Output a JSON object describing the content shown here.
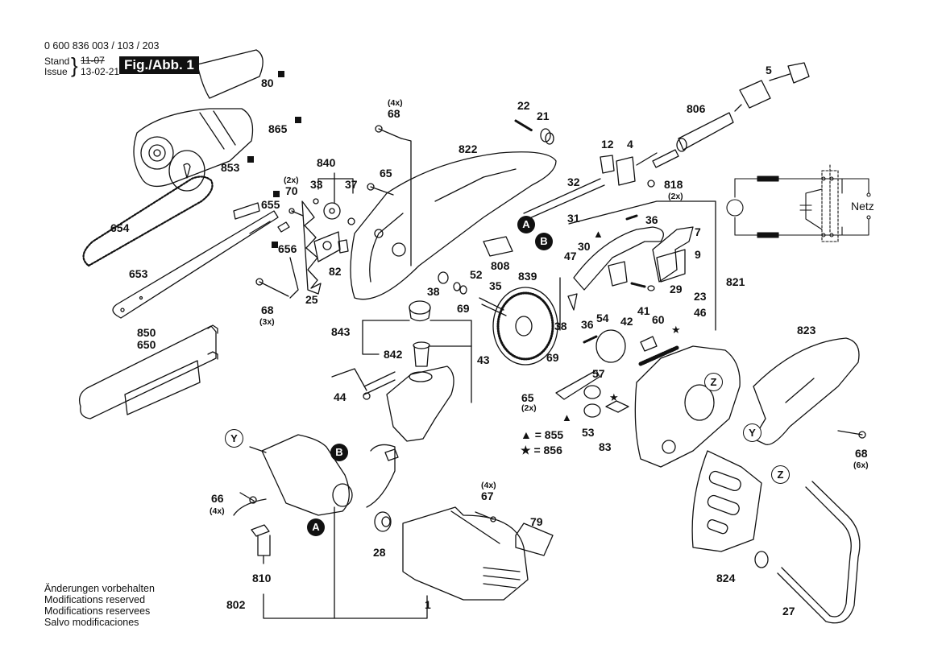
{
  "header": {
    "document_number": "0 600 836 003 / 103 / 203",
    "stand_label": "Stand",
    "issue_label": "Issue",
    "stand_value": "11-07",
    "issue_value": "13-02-21",
    "figure_label": "Fig./Abb. 1"
  },
  "footer": {
    "notes": [
      "Änderungen vorbehalten",
      "Modifications reserved",
      "Modifications reservees",
      "Salvo modificaciones"
    ]
  },
  "legend": {
    "triangle": "▲ = 855",
    "star": "★ = 856"
  },
  "schematic": {
    "mains_label": "Netz"
  },
  "connectors": {
    "A": "A",
    "B": "B",
    "Y": "Y",
    "Z": "Z"
  },
  "callouts": {
    "p80": "80",
    "p865": "865",
    "p853": "853",
    "p655": "655",
    "p654": "654",
    "p656": "656",
    "p653": "653",
    "p68a": "68",
    "p68a_qty": "(3x)",
    "p850": "850",
    "p650": "650",
    "p70": "70",
    "p70_qty": "(2x)",
    "p840": "840",
    "p33": "33",
    "p37": "37",
    "p82": "82",
    "p25": "25",
    "p65a": "65",
    "p68b": "68",
    "p68b_qty": "(4x)",
    "p822": "822",
    "p22": "22",
    "p21": "21",
    "p12": "12",
    "p4": "4",
    "p5": "5",
    "p806": "806",
    "p818": "818",
    "p818_qty": "(2x)",
    "p32": "32",
    "p31": "31",
    "p808": "808",
    "p38a": "38",
    "p52": "52",
    "p35": "35",
    "p69a": "69",
    "p839": "839",
    "p843": "843",
    "p842": "842",
    "p43": "43",
    "p44": "44",
    "p36a": "36",
    "p30": "30",
    "p47": "47",
    "p7": "7",
    "p9": "9",
    "p29": "29",
    "p23": "23",
    "p46": "46",
    "p821": "821",
    "p38b": "38",
    "p69b": "69",
    "p36b": "36",
    "p54": "54",
    "p42": "42",
    "p41": "41",
    "p60": "60",
    "p57": "57",
    "p65b": "65",
    "p65b_qty": "(2x)",
    "p53": "53",
    "p83": "83",
    "p823": "823",
    "p68c": "68",
    "p68c_qty": "(6x)",
    "p66": "66",
    "p66_qty": "(4x)",
    "p810": "810",
    "p802": "802",
    "p28": "28",
    "p67": "67",
    "p67_qty": "(4x)",
    "p79": "79",
    "p1": "1",
    "p824": "824",
    "p27": "27"
  },
  "colors": {
    "ink": "#111111",
    "paper": "#ffffff"
  }
}
